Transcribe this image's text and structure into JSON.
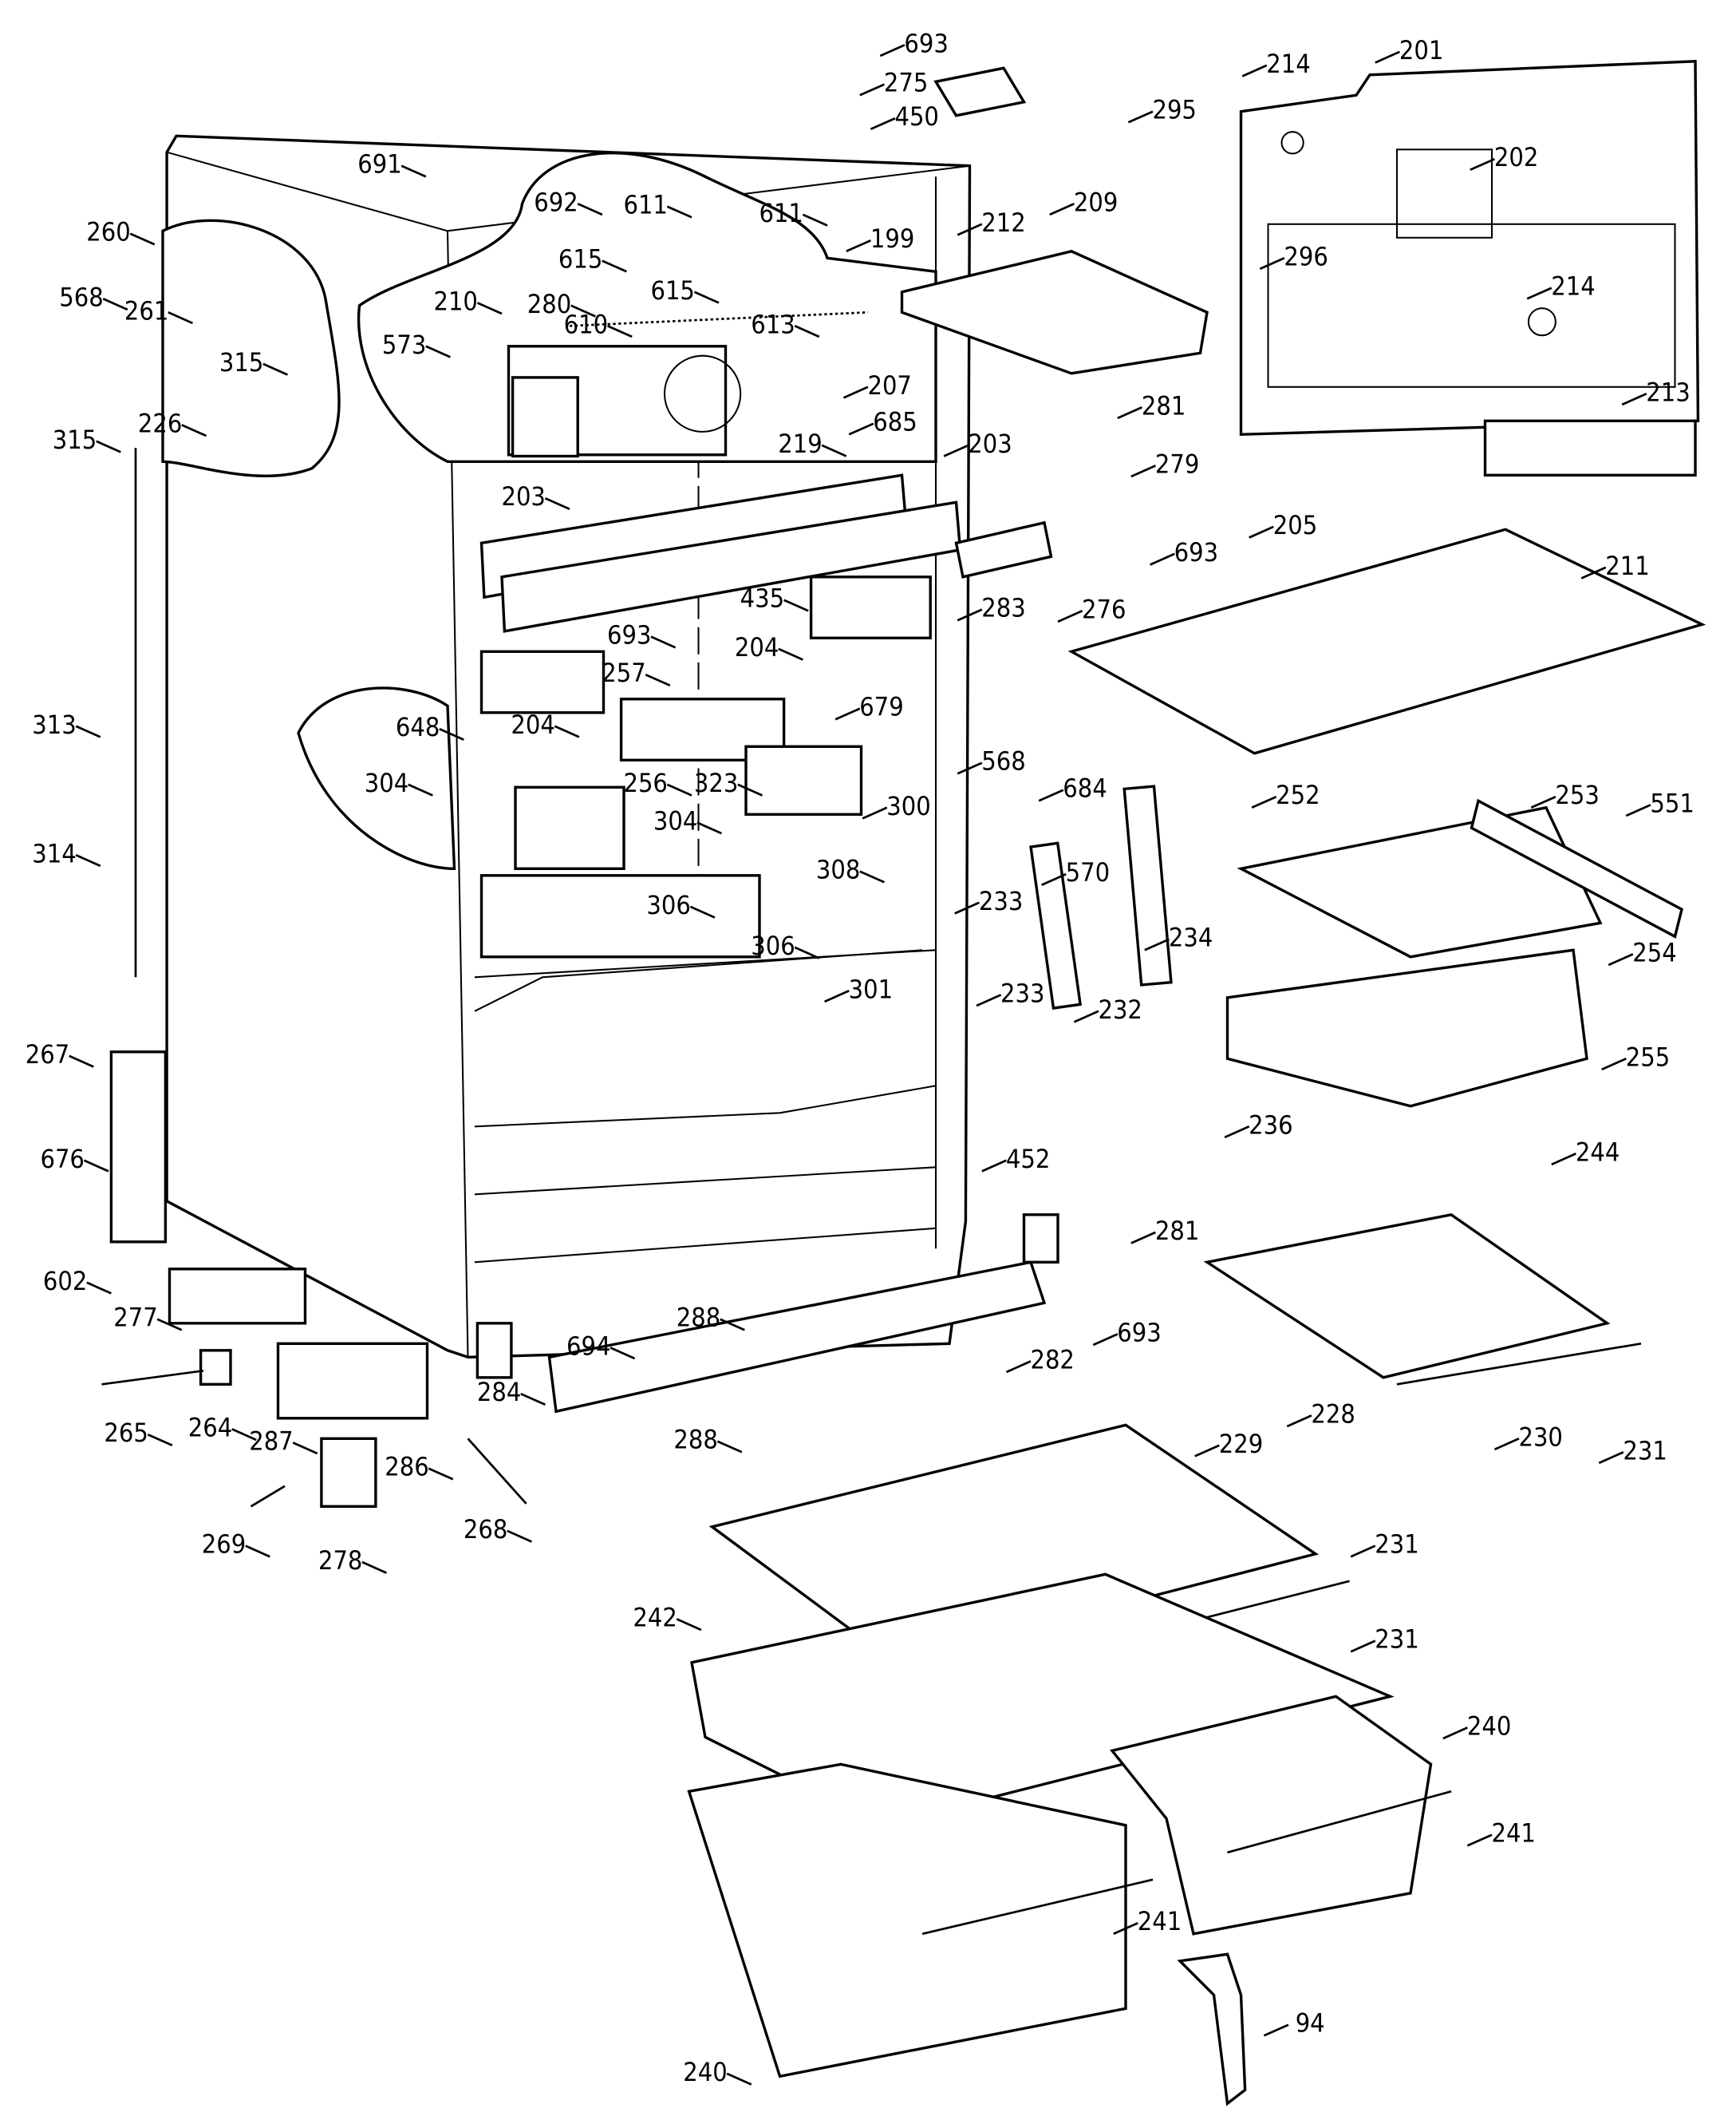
{
  "labels": [
    "693",
    "275",
    "450",
    "201",
    "214",
    "295",
    "202",
    "296",
    "209",
    "212",
    "214",
    "213",
    "691",
    "692",
    "611",
    "611",
    "199",
    "260",
    "615",
    "615",
    "610",
    "613",
    "280",
    "210",
    "568",
    "573",
    "261",
    "315",
    "315",
    "226",
    "207",
    "685",
    "281",
    "279",
    "219",
    "203",
    "203",
    "205",
    "211",
    "693",
    "283",
    "276",
    "435",
    "693",
    "204",
    "257",
    "204",
    "679",
    "568",
    "648",
    "313",
    "304",
    "256",
    "323",
    "300",
    "304",
    "308",
    "684",
    "570",
    "252",
    "253",
    "551",
    "233",
    "314",
    "306",
    "306",
    "301",
    "233",
    "232",
    "234",
    "254",
    "255",
    "236",
    "244",
    "267",
    "676",
    "452",
    "281",
    "602",
    "277",
    "288",
    "694",
    "284",
    "282",
    "693",
    "228",
    "230",
    "231",
    "265",
    "264",
    "287",
    "288",
    "286",
    "268",
    "269",
    "278",
    "229",
    "231",
    "231",
    "242",
    "240",
    "241",
    "241",
    "240",
    "94"
  ]
}
